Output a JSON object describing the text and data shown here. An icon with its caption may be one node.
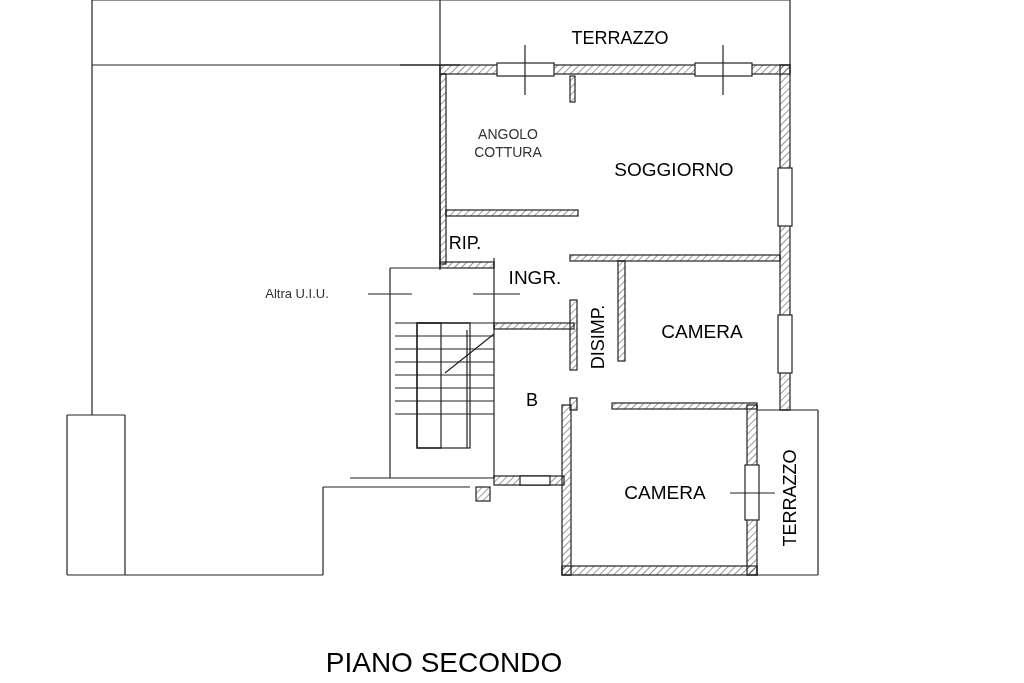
{
  "diagram": {
    "title": "PIANO SECONDO",
    "labels": [
      "TERRAZZO",
      "ANGOLO COTTURA",
      "SOGGIORNO",
      "RIP.",
      "INGR.",
      "Altra U.I.U.",
      "DISIMP.",
      "CAMERA",
      "B",
      "CAMERA",
      "TERRAZZO"
    ]
  }
}
